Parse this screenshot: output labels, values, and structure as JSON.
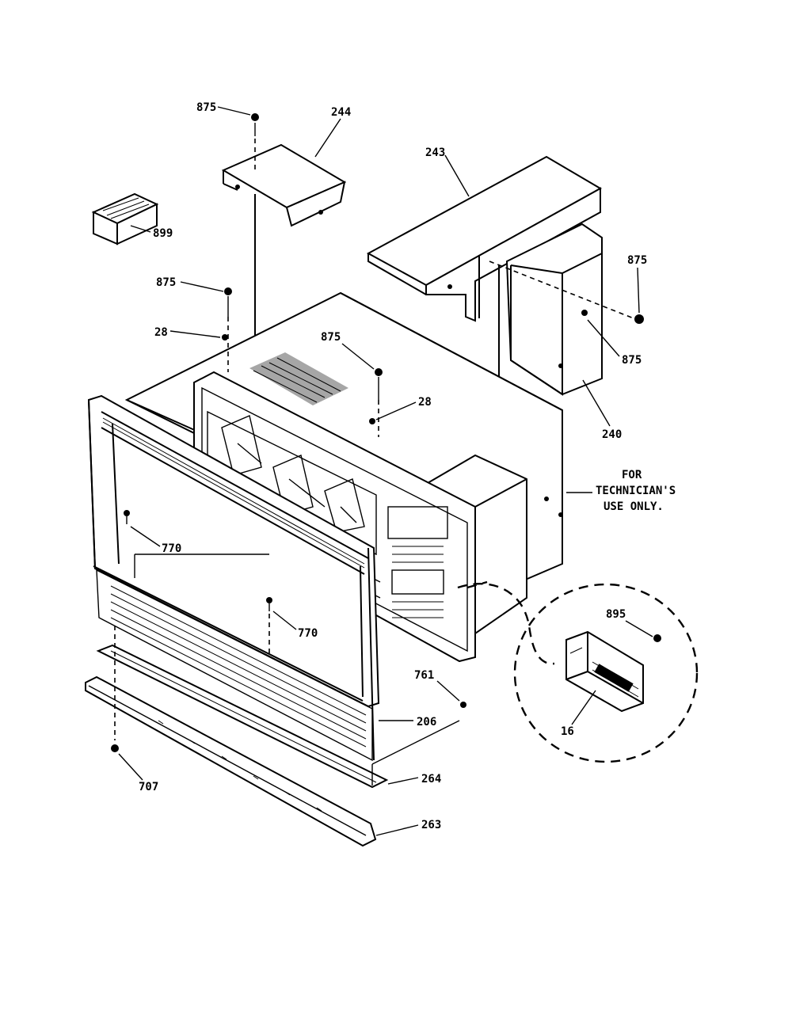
{
  "header_fragment": "",
  "note": {
    "line1": "FOR",
    "line2": "TECHNICIAN'S",
    "line3": "USE ONLY."
  },
  "callouts": {
    "c875_top": "875",
    "c244": "244",
    "c243": "243",
    "c899": "899",
    "c875_left": "875",
    "c28_left": "28",
    "c875_mid": "875",
    "c875_right": "875",
    "c875_right2": "875",
    "c28_mid": "28",
    "c240": "240",
    "c770_left": "770",
    "c770_mid": "770",
    "c761": "761",
    "c206": "206",
    "c264": "264",
    "c263": "263",
    "c707": "707",
    "c895": "895",
    "c16": "16"
  }
}
